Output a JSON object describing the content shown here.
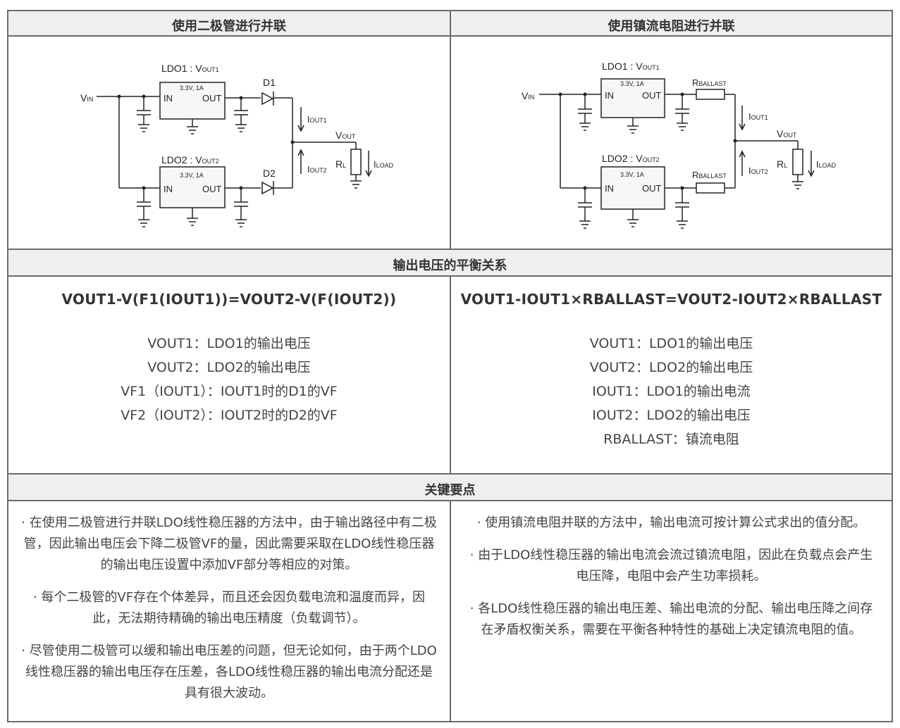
{
  "header_left": "使用二极管进行并联",
  "header_right": "使用镇流电阻进行并联",
  "section_balance": "输出电压的平衡关系",
  "section_points": "关键要点",
  "diagram_left": {
    "vin": "V",
    "vin_sub": "IN",
    "ldo1_label": "LDO1 : V",
    "ldo1_sub": "OUT1",
    "ldo2_label": "LDO2 : V",
    "ldo2_sub": "OUT2",
    "spec": "3.3V, 1A",
    "in": "IN",
    "out": "OUT",
    "d1": "D1",
    "d2": "D2",
    "iout1": "I",
    "iout1_sub": "OUT1",
    "iout2": "I",
    "iout2_sub": "OUT2",
    "vout": "V",
    "vout_sub": "OUT",
    "rl": "R",
    "rl_sub": "L",
    "iload": "I",
    "iload_sub": "LOAD"
  },
  "diagram_right": {
    "vin": "V",
    "vin_sub": "IN",
    "ldo1_label": "LDO1 : V",
    "ldo1_sub": "OUT1",
    "ldo2_label": "LDO2 : V",
    "ldo2_sub": "OUT2",
    "spec": "3.3V, 1A",
    "in": "IN",
    "out": "OUT",
    "rb1": "R",
    "rb1_sub": "BALLAST",
    "rb2": "R",
    "rb2_sub": "BALLAST",
    "iout1": "I",
    "iout1_sub": "OUT1",
    "iout2": "I",
    "iout2_sub": "OUT2",
    "vout": "V",
    "vout_sub": "OUT",
    "rl": "R",
    "rl_sub": "L",
    "iload": "I",
    "iload_sub": "LOAD"
  },
  "left_formula": {
    "formula": "VOUT1-V(F1(IOUT1))=VOUT2-V(F(IOUT2))",
    "defs": [
      "VOUT1：LDO1的输出电压",
      "VOUT2：LDO2的输出电压",
      "VF1（IOUT1）：IOUT1时的D1的VF",
      "VF2（IOUT2）：IOUT2时的D2的VF"
    ]
  },
  "right_formula": {
    "formula": "VOUT1-IOUT1×RBALLAST=VOUT2-IOUT2×RBALLAST",
    "defs": [
      "VOUT1：LDO1的输出电压",
      "VOUT2：LDO2的输出电压",
      "IOUT1：LDO1的输出电流",
      "IOUT2：LDO2的输出电压",
      "RBALLAST：镇流电阻"
    ]
  },
  "left_points": [
    "· 在使用二极管进行并联LDO线性稳压器的方法中，由于输出路径中有二极管，因此输出电压会下降二极管VF的量，因此需要采取在LDO线性稳压器的输出电压设置中添加VF部分等相应的对策。",
    "· 每个二极管的VF存在个体差异，而且还会因负载电流和温度而异，因此，无法期待精确的输出电压精度（负载调节）。",
    "· 尽管使用二极管可以缓和输出电压差的问题，但无论如何，由于两个LDO线性稳压器的输出电压存在压差，各LDO线性稳压器的输出电流分配还是具有很大波动。"
  ],
  "right_points": [
    "· 使用镇流电阻并联的方法中，输出电流可按计算公式求出的值分配。",
    "· 由于LDO线性稳压器的输出电流会流过镇流电阻，因此在负载点会产生电压降，电阻中会产生功率损耗。",
    "· 各LDO线性稳压器的输出电压差、输出电流的分配、输出电压降之间存在矛盾权衡关系，需要在平衡各种特性的基础上决定镇流电阻的值。"
  ]
}
